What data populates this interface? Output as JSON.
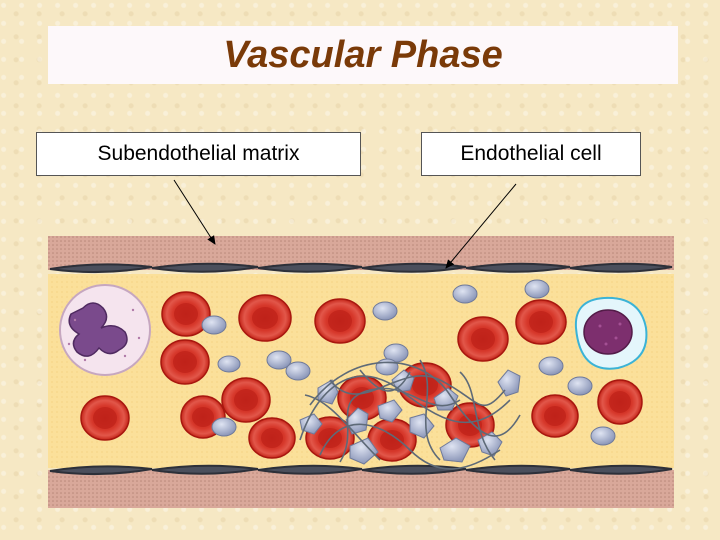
{
  "title": "Vascular Phase",
  "labels": {
    "subendothelial_matrix": "Subendothelial matrix",
    "endothelial_cell": "Endothelial cell"
  },
  "colors": {
    "vessel_wall": "#d9a89a",
    "lumen": "#fbe09a",
    "red_blood_cell": "#c8261b",
    "platelet": "#a5b0cc",
    "endothelial_cell": "#4b4f5c",
    "neutrophil_nucleus": "#7a4a8c",
    "title": "#7a3a08"
  },
  "icons": {
    "neutrophil": "white-blood-cell-lobed-nucleus",
    "lymphocyte": "white-blood-cell-round-nucleus",
    "clot": "platelet-fibrin-clot"
  }
}
